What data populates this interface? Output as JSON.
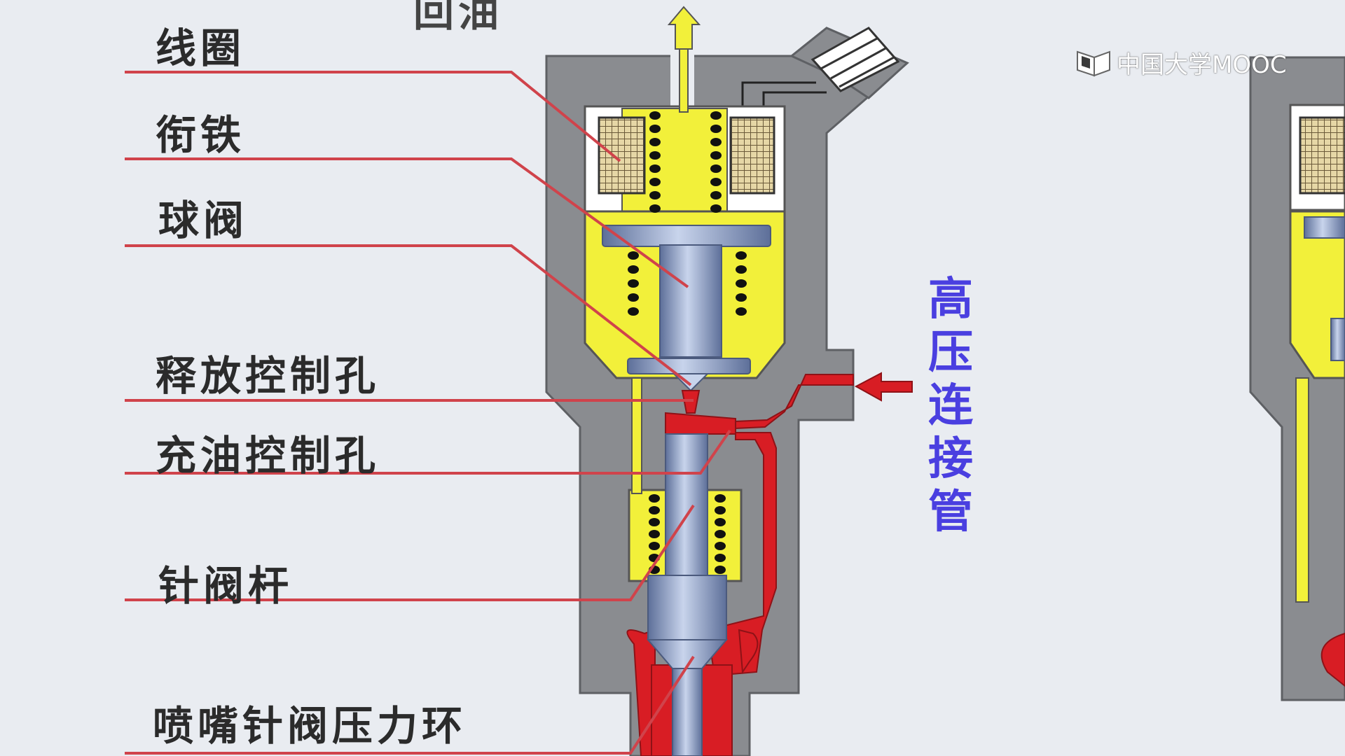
{
  "top_cut_label": "回油",
  "labels": [
    {
      "id": "coil",
      "text": "线圈"
    },
    {
      "id": "armature",
      "text": "衔铁"
    },
    {
      "id": "ball-valve",
      "text": "球阀"
    },
    {
      "id": "release-orifice",
      "text": "释放控制孔"
    },
    {
      "id": "fill-orifice",
      "text": "充油控制孔"
    },
    {
      "id": "needle-rod",
      "text": "针阀杆"
    },
    {
      "id": "nozzle-ring",
      "text": "喷嘴针阀压力环"
    }
  ],
  "side_label": [
    "高",
    "压",
    "连",
    "接",
    "管"
  ],
  "watermark": {
    "text": "中国大学MOOC"
  },
  "colors": {
    "background": "#e9ecf1",
    "housing": "#8a8c90",
    "fuel_chamber": "#f2f03a",
    "high_pressure": "#d81d24",
    "leader_line": "#d0434b",
    "side_label": "#4a3fe0",
    "steel": "#7f93bd"
  }
}
